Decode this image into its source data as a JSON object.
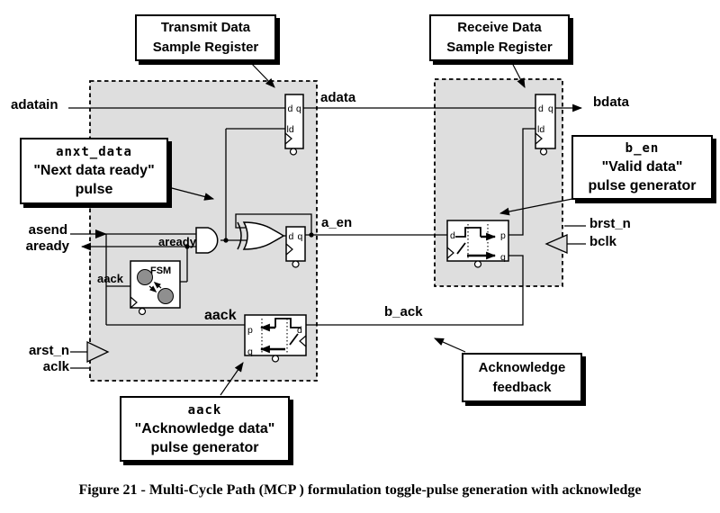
{
  "figure": {
    "caption": "Figure 21 - Multi-Cycle Path (MCP ) formulation toggle-pulse generation with acknowledge"
  },
  "callouts": {
    "transmit": {
      "lines": [
        "Transmit Data",
        "Sample Register"
      ]
    },
    "receive": {
      "lines": [
        "Receive Data",
        "Sample Register"
      ]
    },
    "anxt_data": {
      "signal": "anxt_data",
      "desc": "\"Next data ready\"",
      "kind": "pulse"
    },
    "b_en": {
      "signal": "b_en",
      "desc": "\"Valid data\"",
      "kind": "pulse generator"
    },
    "aack": {
      "signal": "aack",
      "desc": "\"Acknowledge data\"",
      "kind": "pulse generator"
    },
    "ack_feedback": {
      "lines": [
        "Acknowledge",
        "feedback"
      ]
    }
  },
  "signals": {
    "adatain": "adatain",
    "adata": "adata",
    "bdata": "bdata",
    "asend": "asend",
    "aready": "aready",
    "aready_inner": "aready",
    "aack_fsm": "aack",
    "aack_block": "aack",
    "a_en": "a_en",
    "b_ack": "b_ack",
    "arst_n": "arst_n",
    "aclk": "aclk",
    "brst_n": "brst_n",
    "bclk": "bclk"
  },
  "ports": {
    "d": "d",
    "q": "q",
    "ld": "ld",
    "p": "p",
    "fsm": "FSM"
  },
  "colors": {
    "region_fill": "#dedede",
    "line": "#000000",
    "fsm_state_fill": "#8f8f8f",
    "callout_bg": "#ffffff",
    "callout_shadow": "#000000"
  }
}
